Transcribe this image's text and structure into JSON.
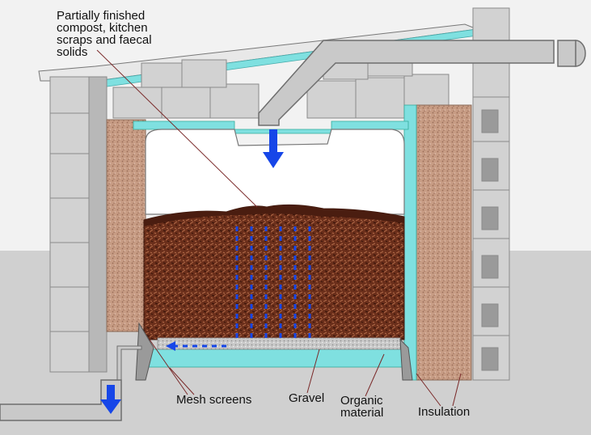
{
  "labels": {
    "compost": "Partially finished\ncompost, kitchen\nscraps and faecal\nsolids",
    "mesh_screens": "Mesh screens",
    "gravel": "Gravel",
    "organic_material": "Organic\nmaterial",
    "insulation": "Insulation"
  },
  "colors": {
    "background": "#dcdcdc",
    "sky": "#f2f2f2",
    "block": "#d2d2d2",
    "block_edge": "#8a8a8a",
    "liner": "#7fe0e0",
    "insulation": "#c79c84",
    "compost": "#7a3a22",
    "compost_dark": "#4a1d10",
    "pipe": "#c9c9c9",
    "arrow": "#1646e8",
    "gravel": "#c8c8c8"
  }
}
